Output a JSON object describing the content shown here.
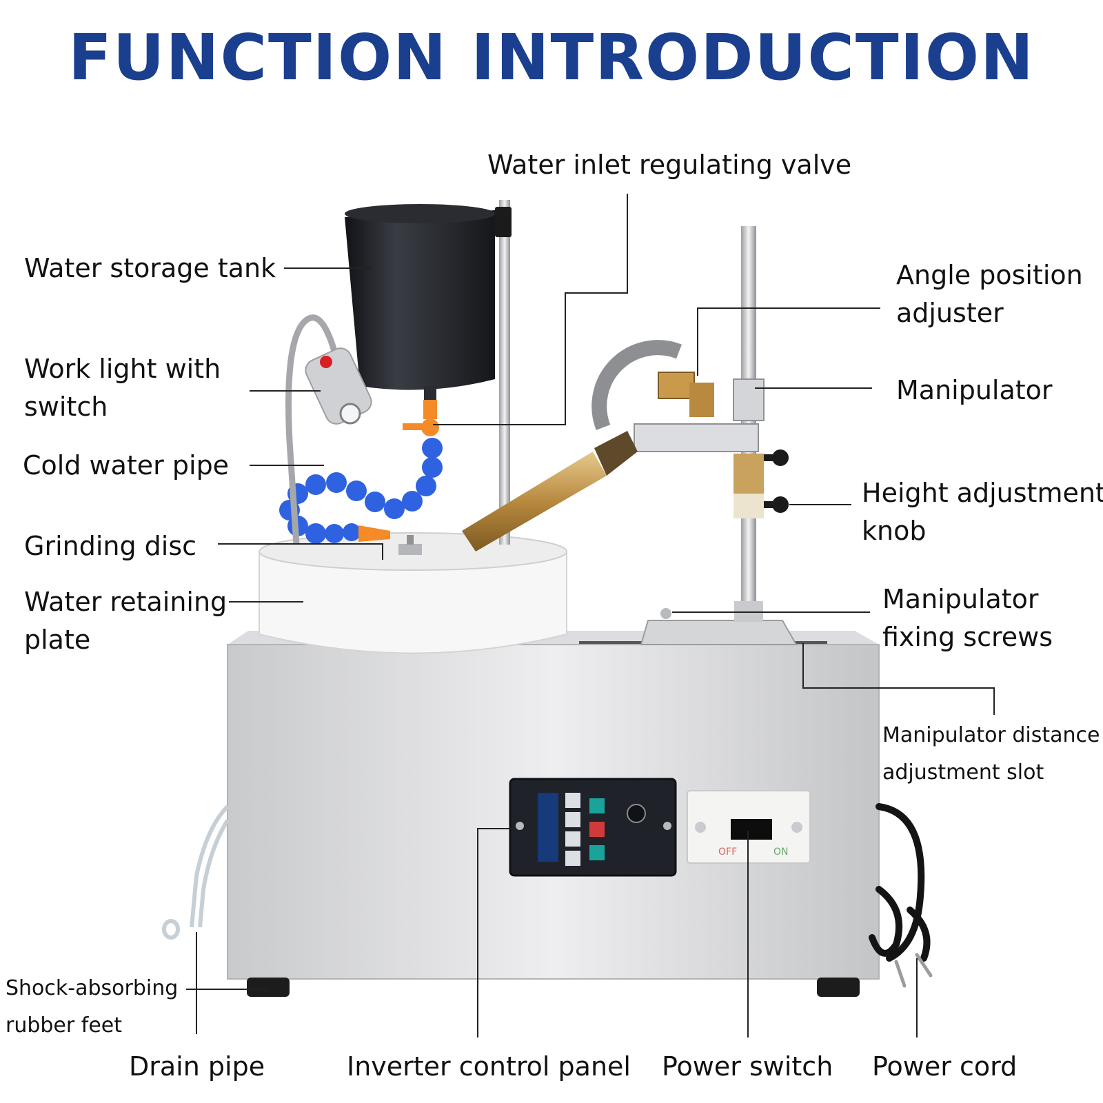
{
  "title": "FUNCTION INTRODUCTION",
  "colors": {
    "title": "#1a3f8f",
    "label": "#111111",
    "leader": "#222222"
  },
  "labels": {
    "water_inlet_valve": "Water inlet regulating valve",
    "water_storage_tank": "Water storage tank",
    "work_light": [
      "Work light with",
      "switch"
    ],
    "cold_water_pipe": "Cold water pipe",
    "grinding_disc": "Grinding disc",
    "water_retaining_plate": [
      "Water retaining",
      "plate"
    ],
    "angle_position_adjuster": [
      "Angle position",
      "adjuster"
    ],
    "manipulator": "Manipulator",
    "height_adjustment_knob": [
      "Height adjustment",
      "knob"
    ],
    "manipulator_fixing_screws": [
      "Manipulator",
      "fixing screws"
    ],
    "manipulator_slot": [
      "Manipulator distance",
      "adjustment slot"
    ],
    "rubber_feet": [
      "Shock-absorbing",
      "rubber feet"
    ],
    "drain_pipe": "Drain pipe",
    "inverter_panel": "Inverter control panel",
    "power_switch": "Power switch",
    "power_cord": "Power cord"
  },
  "switch_panel": {
    "off": "OFF",
    "on": "ON"
  }
}
